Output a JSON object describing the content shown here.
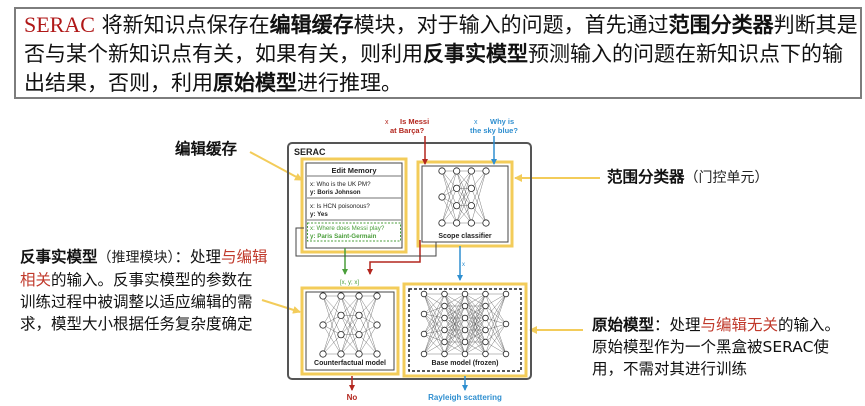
{
  "intro": {
    "serac": "SERAC",
    "p1": " 将新知识点保存在",
    "b1": "编辑缓存",
    "p2": "模块，对于输入的问题，首先通过",
    "b2": "范围分类器",
    "p3": "判断其是否与某个新知识点有关，如果有关，则利用",
    "b3": "反事实模型",
    "p4": "预测输入的问题在新知识点下的输出结果，否则，利用",
    "b4": "原始模型",
    "p5": "进行推理。"
  },
  "labels": {
    "edit_memory": "编辑缓存",
    "scope_title": "范围分类器",
    "scope_paren": "（门控单元）",
    "cf_title": "反事实模型",
    "cf_paren": "（推理模块）",
    "cf_text1": "：处理",
    "cf_hl": "与编辑相关",
    "cf_text2": "的输入。反事实模型的参数在训练过程中被调整以适应编辑的需求，模型大小根据任务复杂度确定",
    "base_title": "原始模型",
    "base_text1": "：处理",
    "base_hl": "与编辑无关",
    "base_text2": "的输入。原始模型作为一个黑盒被SERAC使用，不需对其进行训练"
  },
  "diagram": {
    "serac_tag": "SERAC",
    "edit_memory_title": "Edit Memory",
    "mem_rows": [
      {
        "x_text": ": Who is the UK PM?",
        "y_text": ": Boris Johnson",
        "highlight": false
      },
      {
        "x_text": ": Is HCN poisonous?",
        "y_text": ": Yes",
        "highlight": false
      },
      {
        "x_text": ": Where does Messi play?",
        "y_text": ": Paris Saint-Germain",
        "highlight": true
      }
    ],
    "query1_line1": "Is Messi",
    "query1_line2": "at Barça?",
    "query2_line1": "Why is",
    "query2_line2": "the sky blue?",
    "scope_classifier": "Scope classifier",
    "counterfactual_model": "Counterfactual model",
    "base_model": "Base model (frozen)",
    "output1": "No",
    "output2": "Rayleigh scattering",
    "colors": {
      "red": "#b3261e",
      "blue": "#2f8fd0",
      "green": "#4a9e3a",
      "yellow": "#f3cc5a",
      "gray": "#555555"
    }
  }
}
